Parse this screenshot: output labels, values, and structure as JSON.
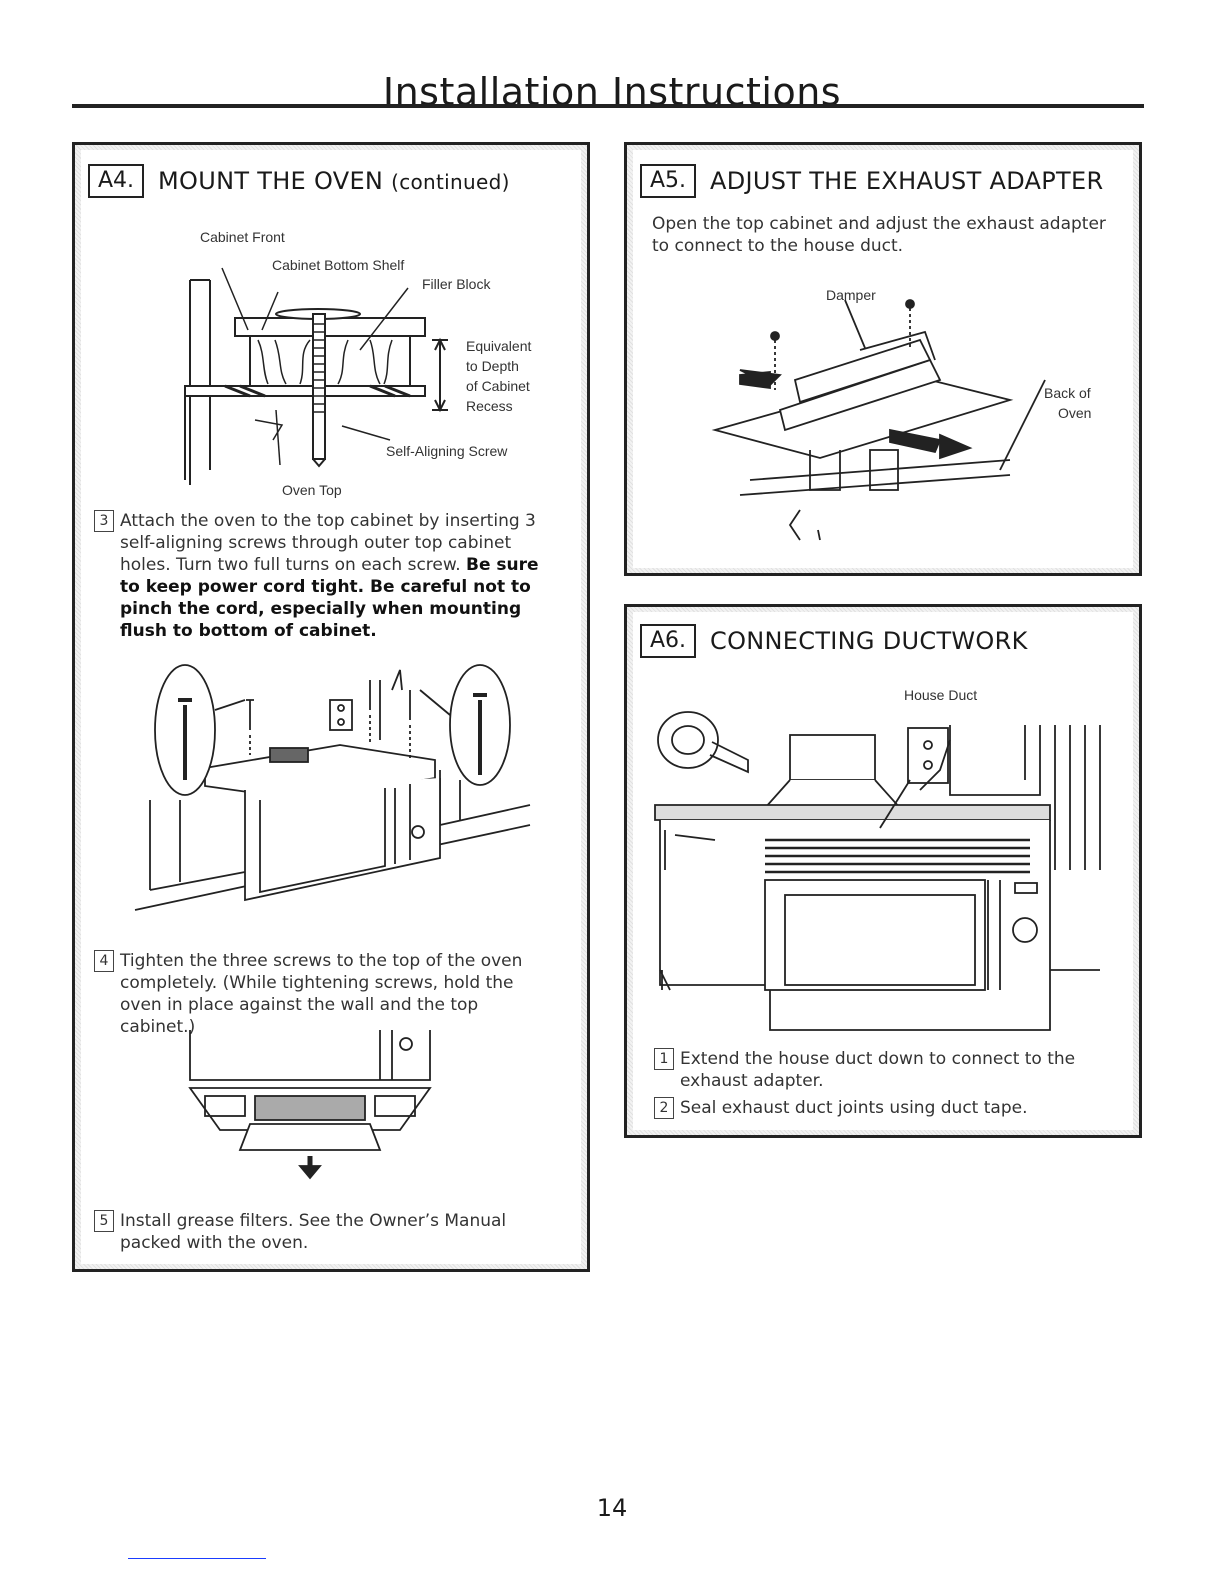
{
  "page": {
    "title": "Installation Instructions",
    "page_number": "14"
  },
  "a4": {
    "num": "A4.",
    "title": "MOUNT THE OVEN",
    "subtitle": "(continued)",
    "diagram_labels": {
      "cabinet_front": "Cabinet Front",
      "cabinet_bottom_shelf": "Cabinet Bottom Shelf",
      "filler_block": "Filler Block",
      "equivalent_1": "Equivalent",
      "equivalent_2": "to Depth",
      "equivalent_3": "of Cabinet",
      "equivalent_4": "Recess",
      "self_aligning_screw": "Self-Aligning Screw",
      "oven_top": "Oven Top"
    },
    "step3": {
      "num": "3",
      "text": "Attach the oven to the top cabinet by inserting 3 self-aligning screws through outer top cabinet holes. Turn two full turns on each screw.",
      "bold": "Be sure to keep power cord tight. Be careful not to pinch the cord, especially when mounting flush to bottom of cabinet."
    },
    "step4": {
      "num": "4",
      "text": "Tighten the three screws to the top of the oven completely. (While tightening screws, hold the oven in place against the wall and the top cabinet.)"
    },
    "step5": {
      "num": "5",
      "text": "Install grease filters. See the Owner’s Manual packed with the oven."
    }
  },
  "a5": {
    "num": "A5.",
    "title": "ADJUST THE EXHAUST ADAPTER",
    "text": "Open the top cabinet and adjust the exhaust adapter to connect to the house duct.",
    "diagram_labels": {
      "damper": "Damper",
      "back_of_1": "Back of",
      "back_of_2": "Oven"
    }
  },
  "a6": {
    "num": "A6.",
    "title": "CONNECTING DUCTWORK",
    "diagram_labels": {
      "house_duct": "House Duct"
    },
    "step1": {
      "num": "1",
      "text": "Extend the house duct down to connect to the exhaust adapter."
    },
    "step2": {
      "num": "2",
      "text": "Seal exhaust duct joints using duct tape."
    }
  }
}
